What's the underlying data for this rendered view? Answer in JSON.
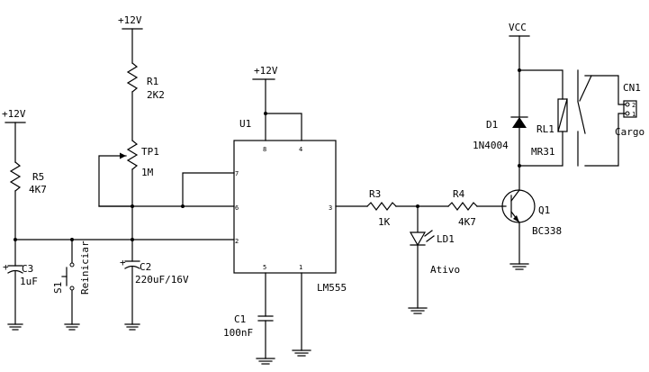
{
  "power": {
    "vplus_top": "+12V",
    "vplus_ic": "+12V",
    "vplus_left": "+12V",
    "vcc": "VCC"
  },
  "r1": {
    "ref": "R1",
    "value": "2K2"
  },
  "tp1": {
    "ref": "TP1",
    "value": "1M"
  },
  "r5": {
    "ref": "R5",
    "value": "4K7"
  },
  "c3": {
    "ref": "C3",
    "value": "1uF"
  },
  "s1": {
    "ref": "S1",
    "value": "Reiniciar"
  },
  "c2": {
    "ref": "C2",
    "value": "220uF/16V"
  },
  "u1": {
    "ref": "U1",
    "value": "LM555",
    "pins": {
      "p8": "8",
      "p4": "4",
      "p7": "7",
      "p6": "6",
      "p2": "2",
      "p3": "3",
      "p5": "5",
      "p1": "1"
    }
  },
  "c1": {
    "ref": "C1",
    "value": "100nF"
  },
  "r3": {
    "ref": "R3",
    "value": "1K"
  },
  "ld1": {
    "ref": "LD1",
    "value": "Ativo"
  },
  "r4": {
    "ref": "R4",
    "value": "4K7"
  },
  "q1": {
    "ref": "Q1",
    "value": "BC338"
  },
  "d1": {
    "ref": "D1",
    "value": "1N4004"
  },
  "rl1": {
    "ref": "RL1",
    "value": "MR31"
  },
  "cn1": {
    "ref": "CN1",
    "value": "Cargo",
    "pin2": "2",
    "pin1": "1"
  }
}
